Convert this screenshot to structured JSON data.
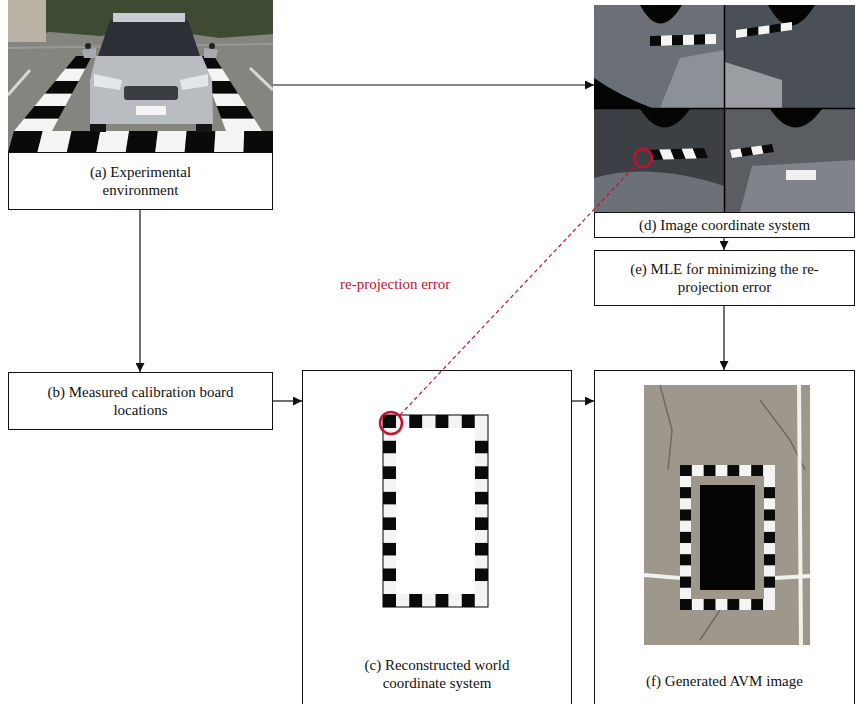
{
  "diagram": {
    "nodes": [
      {
        "text": [
          "(a) Experimental environment"
        ]
      },
      {
        "text": [
          "(d) Image coordinate system"
        ]
      },
      {
        "text": [
          "(e) MLE for minimizing the re-projection error"
        ]
      },
      {
        "text": [
          "(b) Measured calibration board locations"
        ]
      },
      {
        "text": [
          "(c) Reconstructed world coordinate system"
        ]
      },
      {
        "text": [
          "(f) Generated AVM image"
        ]
      }
    ],
    "edges": [
      {
        "from": 0,
        "to": 1,
        "arrow": "to"
      },
      {
        "from": 0,
        "to": 3,
        "arrow": "to"
      },
      {
        "from": 3,
        "to": 4,
        "arrow": "to"
      },
      {
        "from": 4,
        "to": 5,
        "arrow": "to"
      },
      {
        "from": 1,
        "to": 2,
        "arrow": "to"
      },
      {
        "from": 2,
        "to": 5,
        "arrow": "to"
      }
    ],
    "labels": [
      "re-projection error"
    ]
  }
}
